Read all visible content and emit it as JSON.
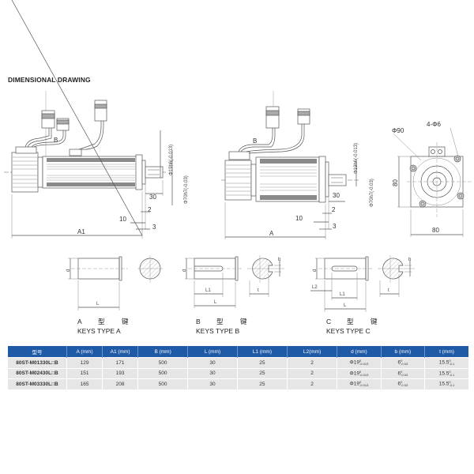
{
  "title": "DIMENSIONAL DRAWING",
  "drawing_side_a1": {
    "labels": {
      "B": "B",
      "A1": "A1",
      "d30": "30",
      "d10": "10",
      "d2": "2",
      "d3": "3",
      "shaft": "Φ19h6(-0.013)",
      "pilot": "Φ70h7(-0.03)"
    }
  },
  "drawing_side_a": {
    "labels": {
      "B": "B",
      "A": "A",
      "d30": "30",
      "d10": "10",
      "d2": "2",
      "d3": "3",
      "shaft": "Φ19h6(-0.013)",
      "pilot": "Φ70h7(-0.03)"
    }
  },
  "drawing_front": {
    "labels": {
      "pcd": "Φ90",
      "holes": "4-Φ6",
      "height": "80",
      "width": "80"
    }
  },
  "keys": [
    {
      "letter": "A",
      "type_cn": "型",
      "key_cn": "键",
      "caption": "KEYS TYPE A",
      "labels": {
        "d": "d",
        "L": "L"
      }
    },
    {
      "letter": "B",
      "type_cn": "型",
      "key_cn": "键",
      "caption": "KEYS TYPE B",
      "labels": {
        "d": "d",
        "L1": "L1",
        "L": "L",
        "t": "t",
        "b": "b"
      }
    },
    {
      "letter": "C",
      "type_cn": "型",
      "key_cn": "键",
      "caption": "KEYS TYPE C",
      "labels": {
        "d": "d",
        "L2": "L2",
        "L1": "L1",
        "L": "L",
        "t": "t",
        "b": "b"
      }
    }
  ],
  "table": {
    "headers": [
      "型号",
      "A (mm)",
      "A1 (mm)",
      "B (mm)",
      "L (mm)",
      "L1 (mm)",
      "L2(mm)",
      "d (mm)",
      "b (mm)",
      "t (mm)"
    ],
    "rows": [
      {
        "model": "80ST-M01330L□B",
        "A": "129",
        "A1": "171",
        "B": "500",
        "L": "30",
        "L1": "25",
        "L2": "2",
        "d": "Φ19",
        "d_tol_up": "0",
        "d_tol_dn": "-0.013",
        "b": "6",
        "b_tol_up": "0",
        "b_tol_dn": "-0.03",
        "t": "15.5",
        "t_tol_up": "0",
        "t_tol_dn": "-0.1"
      },
      {
        "model": "80ST-M02430L□B",
        "A": "151",
        "A1": "193",
        "B": "500",
        "L": "30",
        "L1": "25",
        "L2": "2",
        "d": "Φ19",
        "d_tol_up": "0",
        "d_tol_dn": "-0.013",
        "b": "6",
        "b_tol_up": "0",
        "b_tol_dn": "-0.03",
        "t": "15.5",
        "t_tol_up": "0",
        "t_tol_dn": "-0.1"
      },
      {
        "model": "80ST-M03330L□B",
        "A": "165",
        "A1": "208",
        "B": "500",
        "L": "30",
        "L1": "25",
        "L2": "2",
        "d": "Φ19",
        "d_tol_up": "0",
        "d_tol_dn": "-0.013",
        "b": "6",
        "b_tol_up": "0",
        "b_tol_dn": "-0.03",
        "t": "15.5",
        "t_tol_up": "0",
        "t_tol_dn": "-0.1"
      }
    ]
  },
  "colors": {
    "header_bg": "#1f5aa6",
    "row_bg": "#e6e6e6",
    "line": "#555555"
  }
}
